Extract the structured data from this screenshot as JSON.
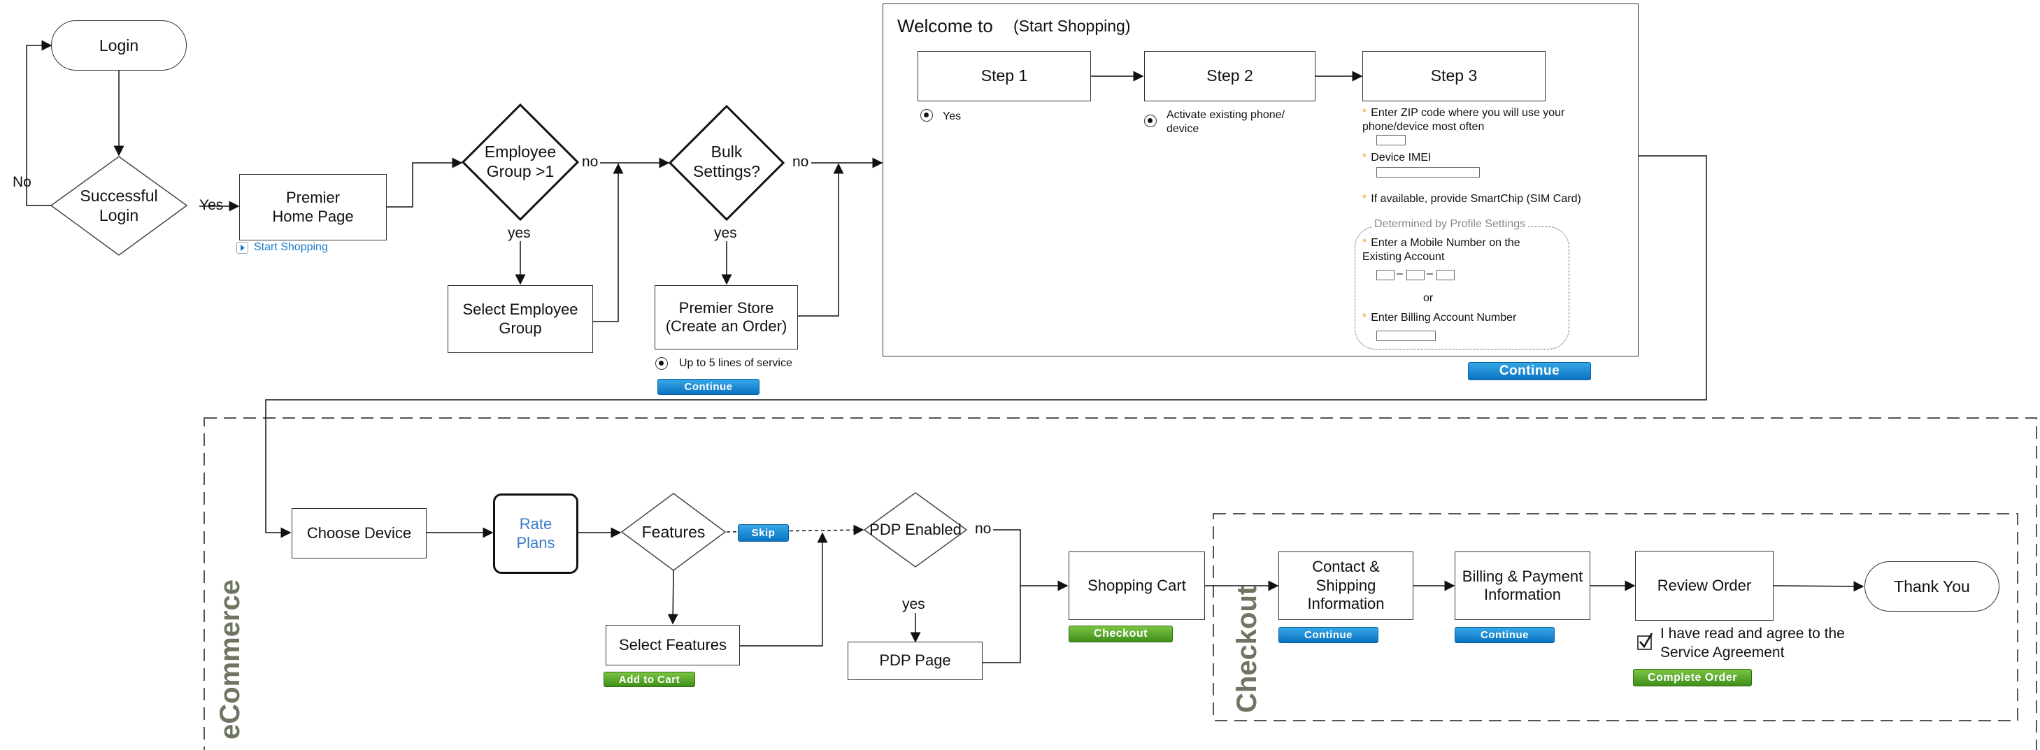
{
  "nodes": {
    "login": "Login",
    "successful_login": "Successful Login",
    "premier_home": "Premier Home Page",
    "employee_group": "Employee Group >1",
    "select_employee_group": "Select Employee Group",
    "bulk_settings": "Bulk Settings?",
    "premier_store": "Premier Store (Create an Order)",
    "choose_device": "Choose Device",
    "rate_plans": "Rate Plans",
    "features": "Features",
    "select_features": "Select Features",
    "pdp_enabled": "PDP Enabled",
    "pdp_page": "PDP Page",
    "shopping_cart": "Shopping Cart",
    "contact_shipping": "Contact & Shipping Information",
    "billing_payment": "Billing & Payment Information",
    "review_order": "Review Order",
    "thank_you": "Thank You"
  },
  "edge_labels": {
    "no_login": "No",
    "yes_login": "Yes",
    "no_employee": "no",
    "yes_employee": "yes",
    "no_bulk": "no",
    "yes_bulk": "yes",
    "no_pdp": "no",
    "yes_pdp": "yes"
  },
  "links": {
    "start_shopping": "Start Shopping"
  },
  "store_option": {
    "label": "Up to 5 lines of service",
    "button": "Continue"
  },
  "welcome": {
    "title": "Welcome to",
    "subtitle": "(Start Shopping)",
    "step1": "Step 1",
    "step2": "Step 2",
    "step3": "Step 3",
    "step1_option": "Yes",
    "step2_option": "Activate existing phone/ device",
    "zip": "Enter ZIP code where you will use your phone/device most often",
    "imei": "Device IMEI",
    "simcard": "If available, provide SmartChip (SIM Card)",
    "profile_group": "Determined by Profile Settings",
    "mobile_number": "Enter a Mobile Number on the Existing Account",
    "or": "or",
    "billing_account": "Enter Billing Account Number",
    "continue": "Continue"
  },
  "buttons": {
    "skip": "Skip",
    "add_to_cart": "Add to Cart",
    "checkout": "Checkout",
    "contact_continue": "Continue",
    "billing_continue": "Continue",
    "complete_order": "Complete Order"
  },
  "agreement": "I have read and agree to the Service Agreement",
  "sections": {
    "ecommerce": "eCommerce",
    "checkout": "Checkout"
  },
  "colors": {
    "button_blue": "#0b73c2",
    "button_green": "#3f8f1a",
    "section_text": "#6e7563",
    "link": "#1a7ac8",
    "required_star": "#f0a020"
  }
}
